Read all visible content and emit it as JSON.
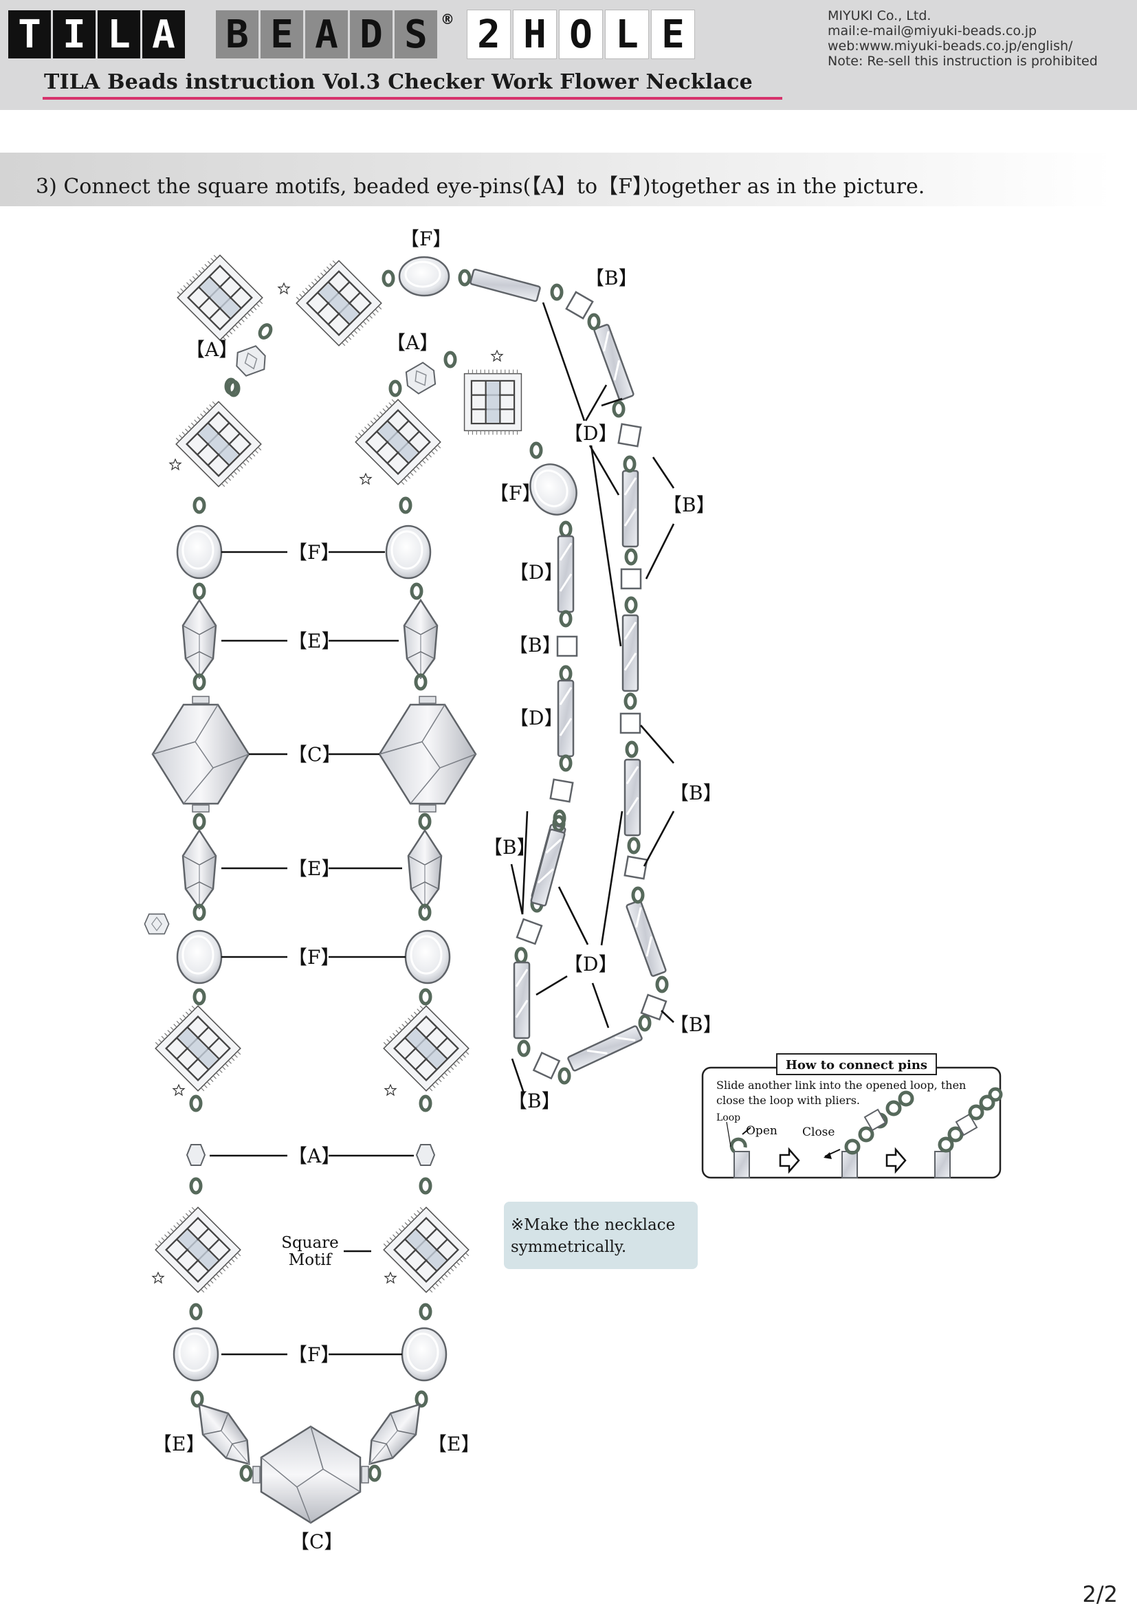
{
  "header": {
    "logo_tila": [
      "T",
      "I",
      "L",
      "A"
    ],
    "logo_beads": [
      "B",
      "E",
      "A",
      "D",
      "S"
    ],
    "logo_registered": "®",
    "logo_2hole": [
      "2",
      "H",
      "O",
      "L",
      "E"
    ],
    "title": "TILA Beads instruction Vol.3 Checker Work Flower Necklace",
    "company": "MIYUKI Co., Ltd.",
    "mail": "mail:e-mail@miyuki-beads.co.jp",
    "web": "web:www.miyuki-beads.co.jp/english/",
    "note": "Note: Re-sell this instruction is prohibited"
  },
  "step": {
    "text": "3) Connect the square motifs, beaded eye-pins(【A】to【F】)together as in the picture."
  },
  "labels": {
    "A": "【A】",
    "B": "【B】",
    "C": "【C】",
    "D": "【D】",
    "E": "【E】",
    "F": "【F】",
    "square_motif_line1": "Square",
    "square_motif_line2": "Motif"
  },
  "how_to": {
    "title": "How to connect pins",
    "line1": "Slide another link into the opened loop, then",
    "line2": "close the loop with pliers.",
    "loop": "Loop",
    "open": "Open",
    "close": "Close"
  },
  "note": "※Make the necklace symmetrically.",
  "page": "2/2",
  "colors": {
    "accent_underline": "#d6336c",
    "note_bg": "#d5e3e7",
    "link_green": "#56695b",
    "header_bg": "#d9d9da"
  }
}
